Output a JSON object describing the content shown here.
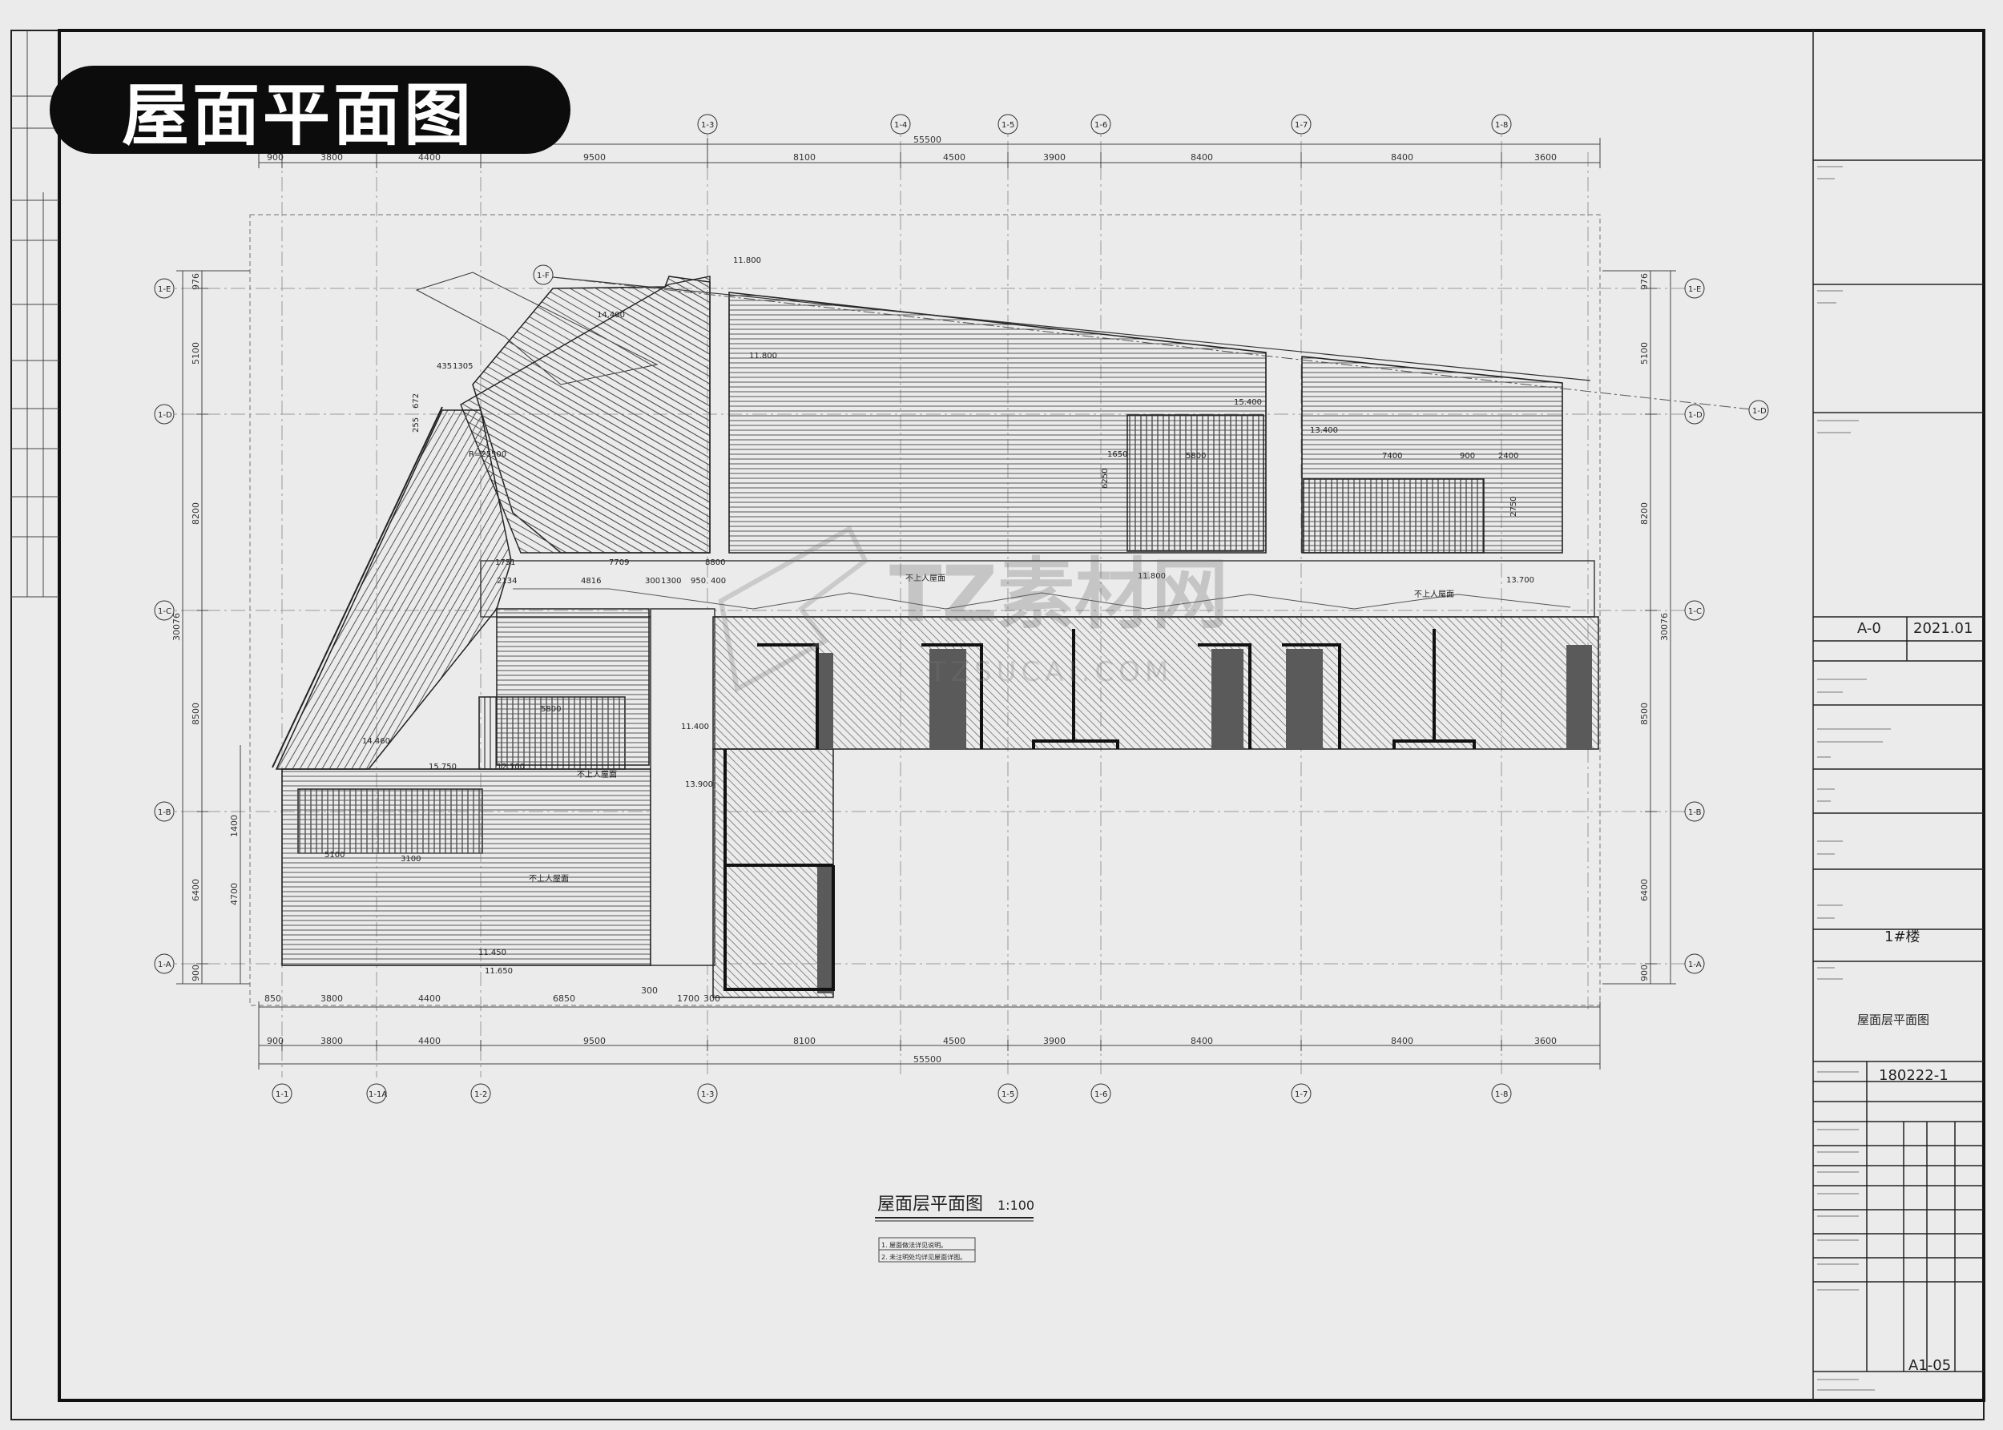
{
  "badge": {
    "title": "屋面平面图"
  },
  "watermark": {
    "logo_text": "TZ素材网",
    "url_text": "TZSUCAI.COM"
  },
  "axes": {
    "top_labels": [
      "1-3",
      "1-4",
      "1-5",
      "1-6",
      "1-7",
      "1-8"
    ],
    "bottom_labels": [
      "1-1",
      "1-1A",
      "1-2",
      "1-3",
      "1-5",
      "1-6",
      "1-7",
      "1-8"
    ],
    "left_labels": [
      "1-E",
      "1-D",
      "1-C",
      "1-B",
      "1-A"
    ],
    "right_labels": [
      "1-E",
      "1-D",
      "1-C",
      "1-B",
      "1-A"
    ],
    "extra_labels": [
      "1-F",
      "1-D"
    ]
  },
  "dims": {
    "top_segments": [
      "900",
      "3800",
      "4400",
      "9500",
      "8100",
      "4500",
      "3900",
      "8400",
      "8400",
      "3600"
    ],
    "bottom_segments": [
      "900",
      "3800",
      "4400",
      "9500",
      "8100",
      "4500",
      "3900",
      "8400",
      "8400",
      "3600"
    ],
    "inner_bottom_segments": [
      "850",
      "3800",
      "4400",
      "6850",
      "300",
      "1700",
      "300"
    ],
    "total_width": "55500",
    "left_segments": [
      "976",
      "5100",
      "8200",
      "8500",
      "1400",
      "6400",
      "4700",
      "900"
    ],
    "right_segments": [
      "976",
      "5100",
      "8200",
      "8500",
      "6400",
      "900"
    ],
    "left_total": "30076",
    "right_total": "30076"
  },
  "annotations": {
    "elevations": [
      "11.800",
      "14.400",
      "11.800",
      "13.400",
      "15.400",
      "11.800",
      "11.400",
      "13.900",
      "11.450",
      "11.650",
      "12.100",
      "13.700",
      "14.460",
      "15.750"
    ],
    "sizes": [
      "7709",
      "4816",
      "5800",
      "5800",
      "7400",
      "2400",
      "900",
      "6250",
      "1650",
      "2750",
      "1300",
      "8800",
      "300",
      "950",
      "400",
      "435",
      "1305",
      "255",
      "672",
      "2134",
      "1751",
      "5100",
      "3100"
    ],
    "notes": [
      "不上人屋面",
      "不上人屋面",
      "不上人屋面",
      "不上人屋面"
    ],
    "radius": "R=25500"
  },
  "drawing_caption": {
    "title": "屋面层平面图",
    "scale": "1:100"
  },
  "notes_box": {
    "lines": [
      "1. 屋面做法详见说明。",
      "2. 未注明处均详见屋面详图。"
    ]
  },
  "title_block": {
    "code_left": "A-0",
    "date": "2021.01",
    "building": "1#楼",
    "sheet_title": "屋面层平面图",
    "project_no": "180222-1",
    "sheet_no": "A1-05"
  }
}
